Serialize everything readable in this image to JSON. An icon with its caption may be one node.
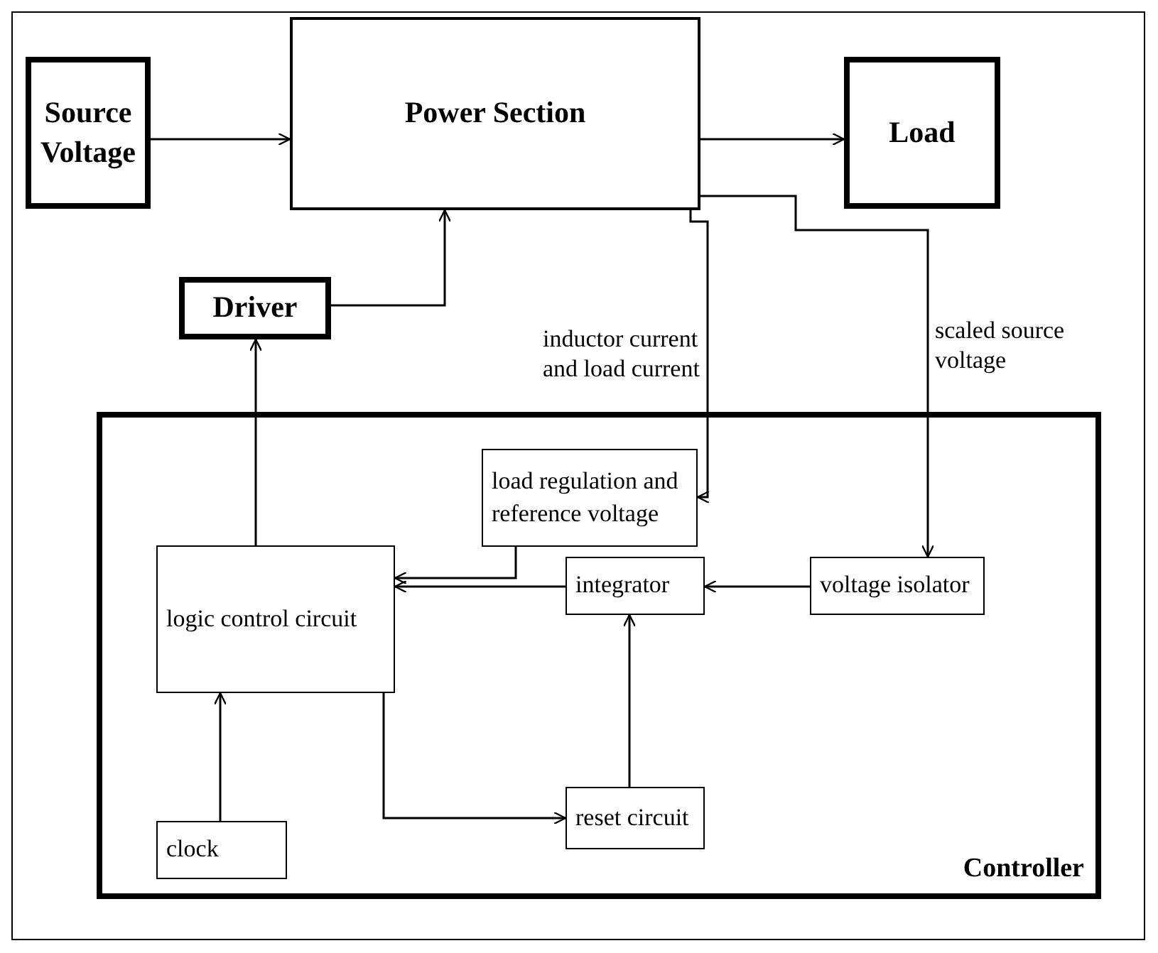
{
  "diagram": {
    "nodes": [
      {
        "text": [
          "Source Voltage"
        ]
      },
      {
        "text": [
          "Power Section"
        ]
      },
      {
        "text": [
          "Load"
        ]
      },
      {
        "text": [
          "Driver"
        ]
      },
      {
        "text": [
          "Controller"
        ]
      },
      {
        "text": [
          "load regulation and reference voltage"
        ],
        "in": 4
      },
      {
        "text": [
          "logic control circuit"
        ],
        "in": 4
      },
      {
        "text": [
          "integrator"
        ],
        "in": 4
      },
      {
        "text": [
          "voltage isolator"
        ],
        "in": 4
      },
      {
        "text": [
          "clock"
        ],
        "in": 4
      },
      {
        "text": [
          "reset circuit"
        ],
        "in": 4
      }
    ],
    "edges": [
      {
        "from": 0,
        "to": 1,
        "arrow": "to"
      },
      {
        "from": 1,
        "to": 2,
        "arrow": "to"
      },
      {
        "from": 3,
        "to": 1,
        "arrow": "to"
      },
      {
        "from": 6,
        "to": 3,
        "arrow": "to"
      },
      {
        "from": 1,
        "to": 5,
        "arrow": "to",
        "label": "inductor current and load current"
      },
      {
        "from": 1,
        "to": 8,
        "arrow": "to",
        "label": "scaled source voltage"
      },
      {
        "from": 5,
        "to": 6,
        "arrow": "to"
      },
      {
        "from": 7,
        "to": 6,
        "arrow": "to"
      },
      {
        "from": 8,
        "to": 7,
        "arrow": "to"
      },
      {
        "from": 10,
        "to": 7,
        "arrow": "to"
      },
      {
        "from": 6,
        "to": 10,
        "arrow": "to"
      },
      {
        "from": 9,
        "to": 6,
        "arrow": "to"
      }
    ]
  }
}
